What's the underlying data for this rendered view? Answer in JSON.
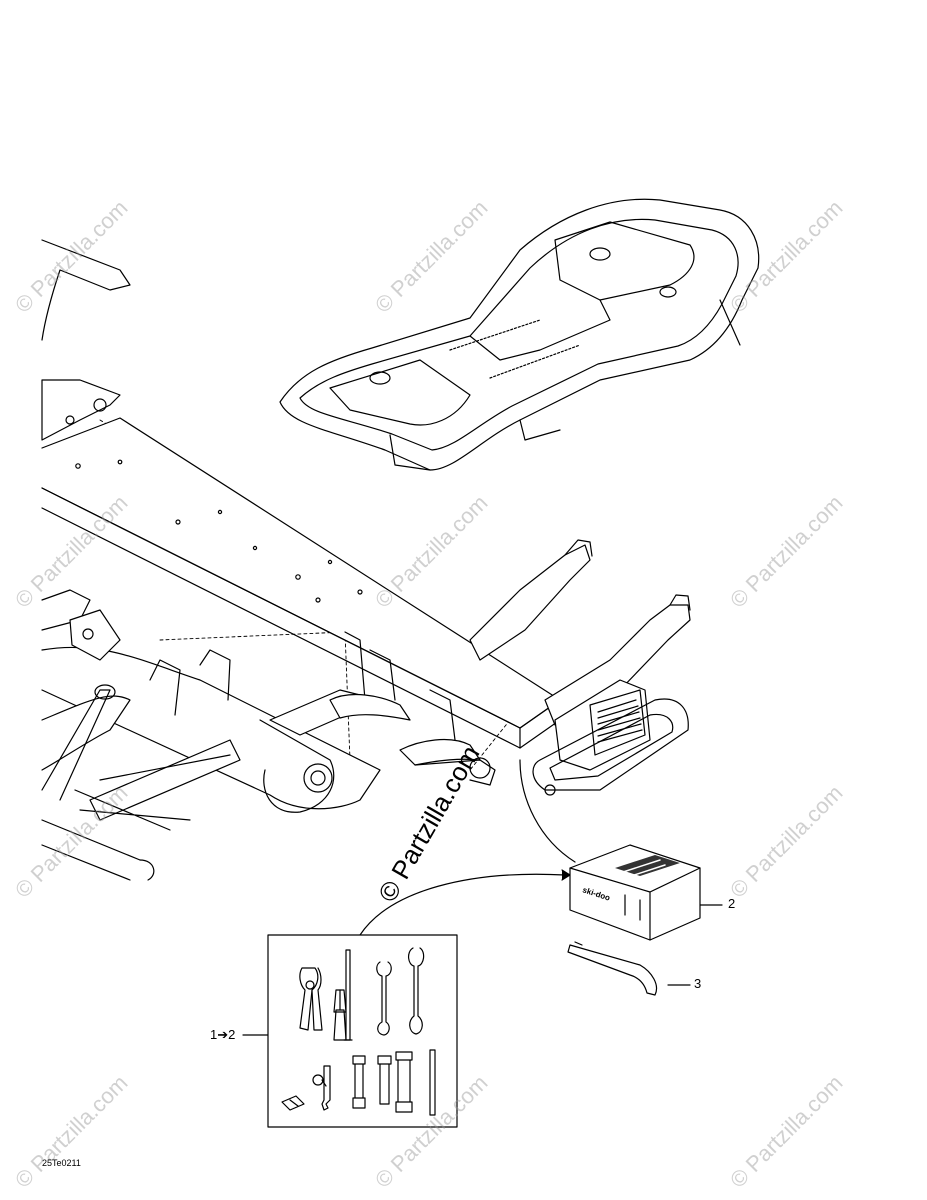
{
  "watermark": {
    "text": "© Partzilla.com",
    "color": "#969696"
  },
  "callouts": {
    "item_2": "2",
    "item_3": "3",
    "item_range": "1➔2"
  },
  "drawing_code": "25Te0211"
}
